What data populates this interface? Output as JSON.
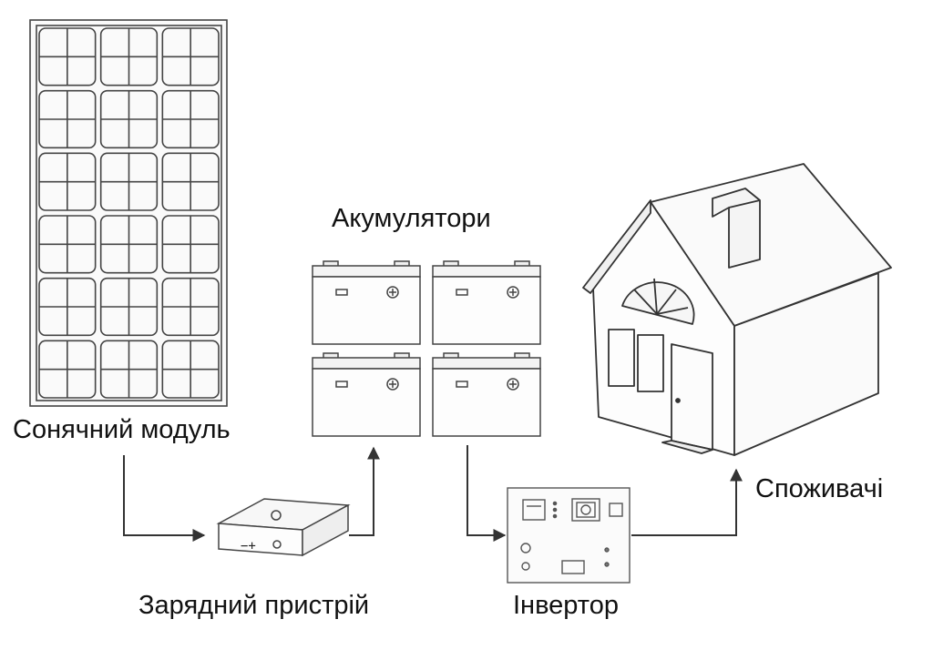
{
  "diagram": {
    "labels": {
      "solar_module": "Сонячний модуль",
      "batteries": "Акумулятори",
      "charger": "Зарядний пристрій",
      "inverter": "Інвертор",
      "consumers": "Споживачі"
    },
    "charger_symbol": "−+"
  },
  "colors": {
    "line": "#333333",
    "stroke": "#444444",
    "face": "#f7f7f7"
  },
  "icons": [
    "solar-panel-icon",
    "battery-icon",
    "charger-icon",
    "inverter-icon",
    "house-icon",
    "arrow-icon"
  ]
}
